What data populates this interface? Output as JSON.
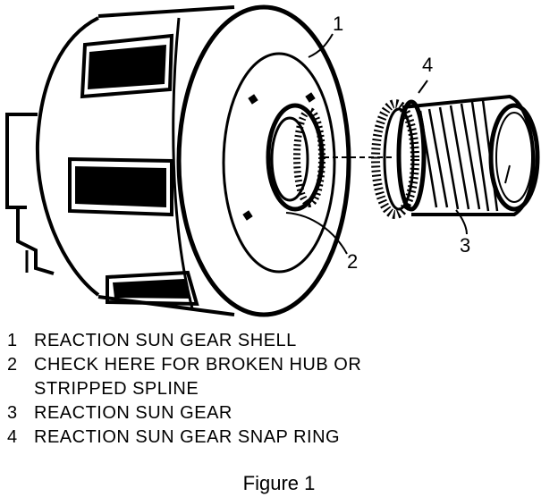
{
  "callouts": {
    "c1": "1",
    "c2": "2",
    "c3": "3",
    "c4": "4"
  },
  "legend": [
    {
      "num": "1",
      "text": "REACTION SUN GEAR SHELL"
    },
    {
      "num": "2",
      "text": "CHECK HERE FOR BROKEN HUB OR"
    },
    {
      "num": "",
      "text": "STRIPPED SPLINE"
    },
    {
      "num": "3",
      "text": "REACTION SUN GEAR"
    },
    {
      "num": "4",
      "text": "REACTION SUN GEAR SNAP RING"
    }
  ],
  "caption": "Figure 1",
  "colors": {
    "ink": "#000000",
    "paper": "#ffffff"
  }
}
